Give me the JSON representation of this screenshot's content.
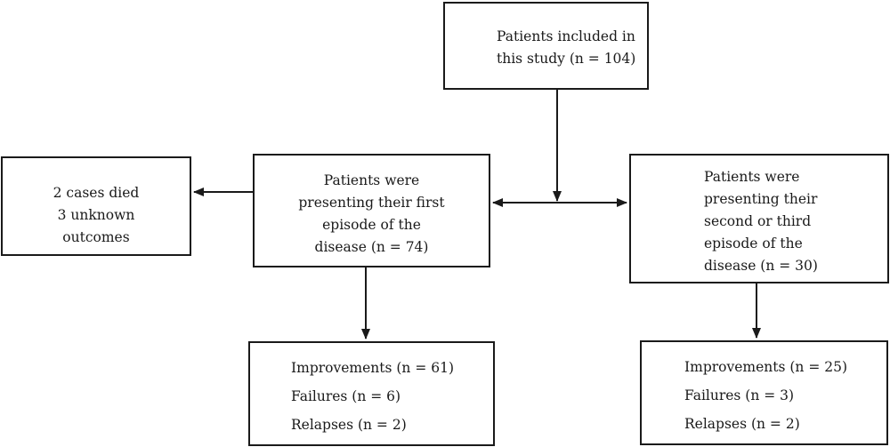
{
  "boxes": {
    "top": {
      "lines": [
        "Patients included in",
        "this study (n = 104)"
      ]
    },
    "died": {
      "lines": [
        "2 cases died",
        "3 unknown",
        "outcomes"
      ]
    },
    "first": {
      "lines": [
        "Patients were",
        "presenting their first",
        "episode of the",
        "disease (n = 74)"
      ]
    },
    "second": {
      "lines": [
        "Patients were",
        "presenting their",
        "second or third",
        "episode of the",
        "disease (n = 30)"
      ]
    },
    "outcomes_first": {
      "lines": [
        "Improvements (n = 61)",
        "Failures (n = 6)",
        "Relapses (n = 2)"
      ]
    },
    "outcomes_second": {
      "lines": [
        "Improvements (n = 25)",
        "Failures (n = 3)",
        "Relapses (n = 2)"
      ]
    }
  }
}
